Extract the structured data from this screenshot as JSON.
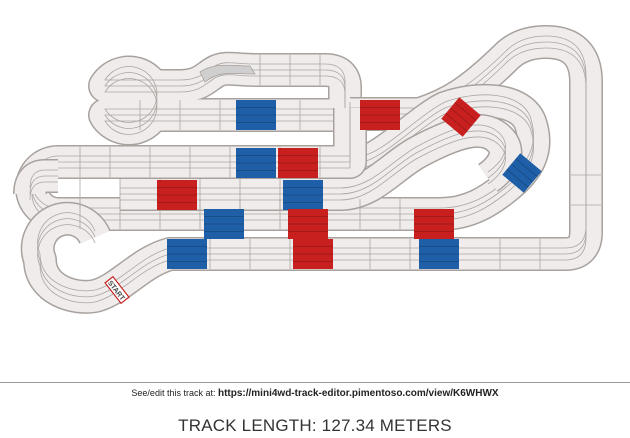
{
  "track": {
    "start_label": "START",
    "colors": {
      "track_fill": "#efeceb",
      "track_edge": "#a8a29e",
      "lane_line": "#aba6a2",
      "lane_change": "#cfcfcf",
      "red_block": "#c8201f",
      "blue_block": "#1f5fa8"
    }
  },
  "footer": {
    "link_prefix": "See/edit this track at: ",
    "link_url": "https://mini4wd-track-editor.pimentoso.com/view/K6WHWX",
    "track_length": "TRACK LENGTH: 127.34 METERS"
  }
}
